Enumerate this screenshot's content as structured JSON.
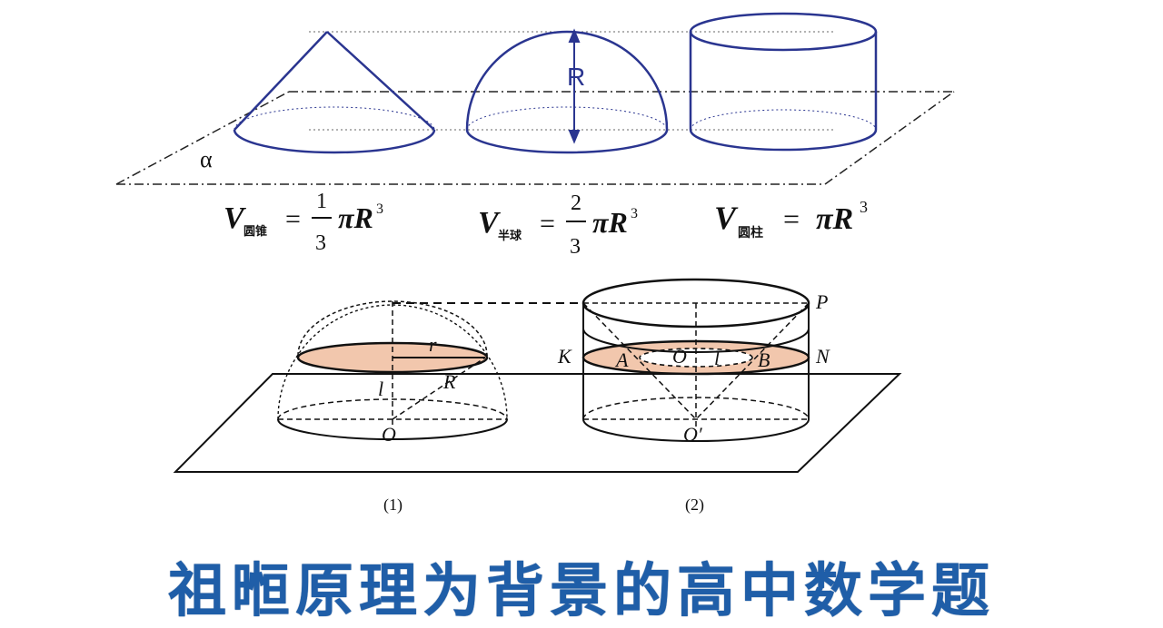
{
  "colors": {
    "blue": "#2a3590",
    "slice_fill": "#f2c7ad",
    "banner": "#1f5ea8"
  },
  "top": {
    "plane_label": "α",
    "radius_label": "R",
    "formulas": [
      {
        "v": "V",
        "sub": "圆锥",
        "eq": "=",
        "num": "1",
        "den": "3",
        "tail": "πR",
        "exp": "3"
      },
      {
        "v": "V",
        "sub": "半球",
        "eq": "=",
        "num": "2",
        "den": "3",
        "tail": "πR",
        "exp": "3"
      },
      {
        "v": "V",
        "sub": "圆柱",
        "eq": "=",
        "tail": "πR",
        "exp": "3"
      }
    ]
  },
  "bottom": {
    "left_labels": {
      "r": "r",
      "R": "R",
      "l": "l",
      "O": "O"
    },
    "right_labels": {
      "P": "P",
      "K": "K",
      "N": "N",
      "A": "A",
      "O1": "O",
      "l": "l",
      "B": "B",
      "O2": "O′"
    },
    "captions": [
      "(1)",
      "(2)"
    ]
  },
  "banner": "祖暅原理为背景的高中数学题"
}
